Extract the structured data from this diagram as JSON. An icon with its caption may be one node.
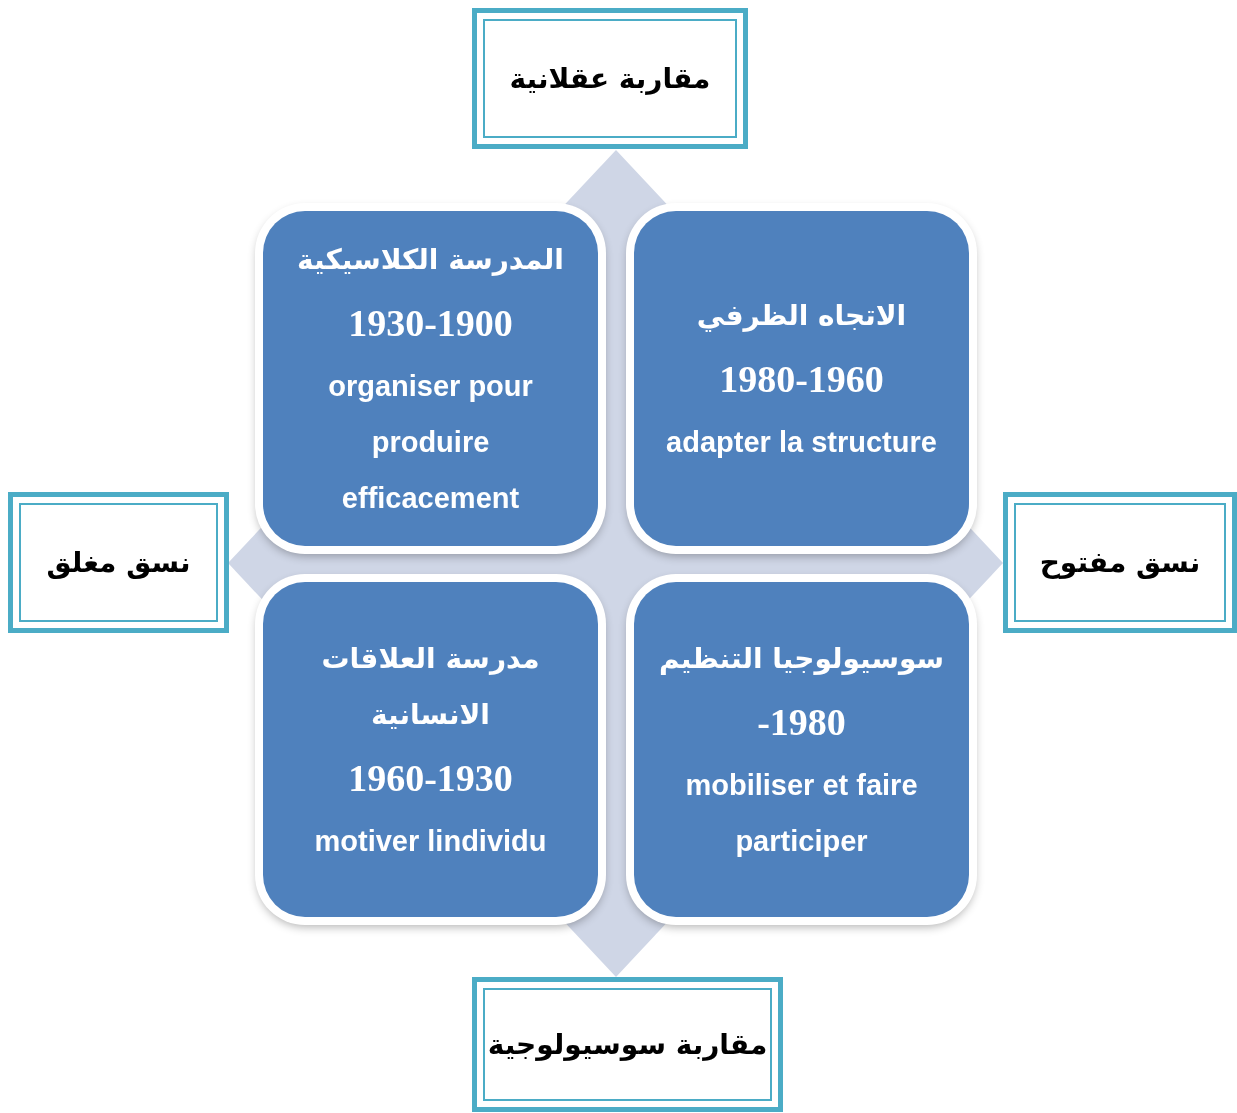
{
  "diagram": {
    "nodes": [
      {
        "text": [
          "مقاربة عقلانية"
        ]
      },
      {
        "text": [
          "المدرسة الكلاسيكية",
          "1930-1900",
          "organiser pour produire efficacement"
        ]
      },
      {
        "text": [
          "الاتجاه الظرفي",
          "1980-1960",
          "adapter la structure"
        ]
      },
      {
        "text": [
          "نسق مغلق"
        ]
      },
      {
        "text": [
          "نسق مفتوح"
        ]
      },
      {
        "text": [
          "مدرسة العلاقات الانسانية",
          "1960-1930",
          "motiver lindividu"
        ]
      },
      {
        "text": [
          "سوسيولوجيا التنظيم",
          "-1980",
          "mobiliser et faire participer"
        ]
      },
      {
        "text": [
          "مقاربة سوسيولوجية"
        ]
      }
    ]
  }
}
